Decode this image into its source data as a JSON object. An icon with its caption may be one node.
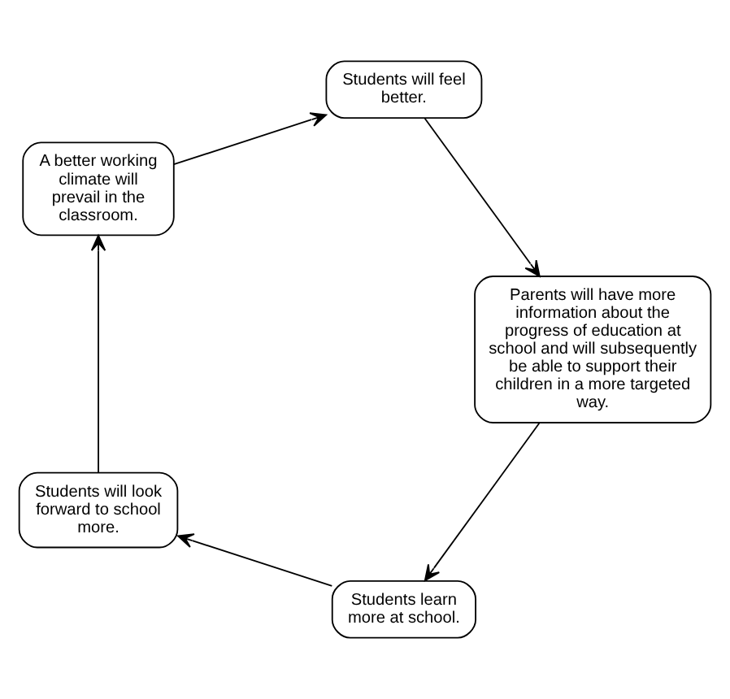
{
  "diagram": {
    "nodes": [
      {
        "text": [
          "Students learn more at school."
        ]
      },
      {
        "text": [
          "Students will look forward to school more."
        ]
      },
      {
        "text": [
          "A better working climate will prevail in the classroom."
        ]
      },
      {
        "text": [
          "Students will feel better."
        ]
      },
      {
        "text": [
          "Parents will have more information about the progress of education at school and will subsequently be able to support their children in a more targeted way."
        ]
      }
    ],
    "edges": [
      {
        "from": 0,
        "to": 1,
        "arrow": "to"
      },
      {
        "from": 1,
        "to": 2,
        "arrow": "to"
      },
      {
        "from": 2,
        "to": 3,
        "arrow": "to"
      },
      {
        "from": 3,
        "to": 4,
        "arrow": "to"
      },
      {
        "from": 4,
        "to": 0,
        "arrow": "to"
      }
    ]
  }
}
